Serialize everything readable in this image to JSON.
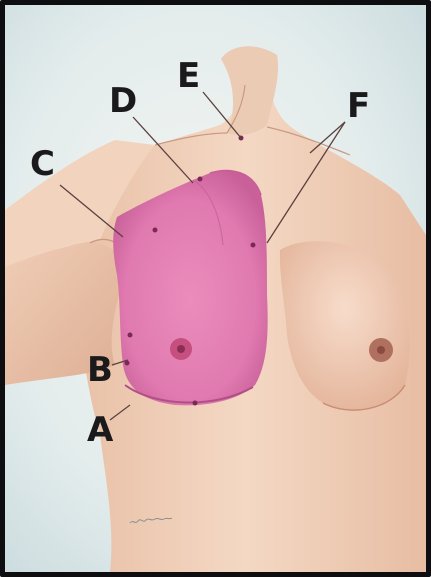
{
  "figure": {
    "labels": {
      "a": "A",
      "b": "B",
      "c": "C",
      "d": "D",
      "e": "E",
      "f": "F"
    },
    "colors": {
      "background": "#dfe9ea",
      "skin": "#f1d2bd",
      "resection_area": "#e27bb0",
      "incision_line": "#7a2a55",
      "frame": "#0e0e10"
    }
  }
}
